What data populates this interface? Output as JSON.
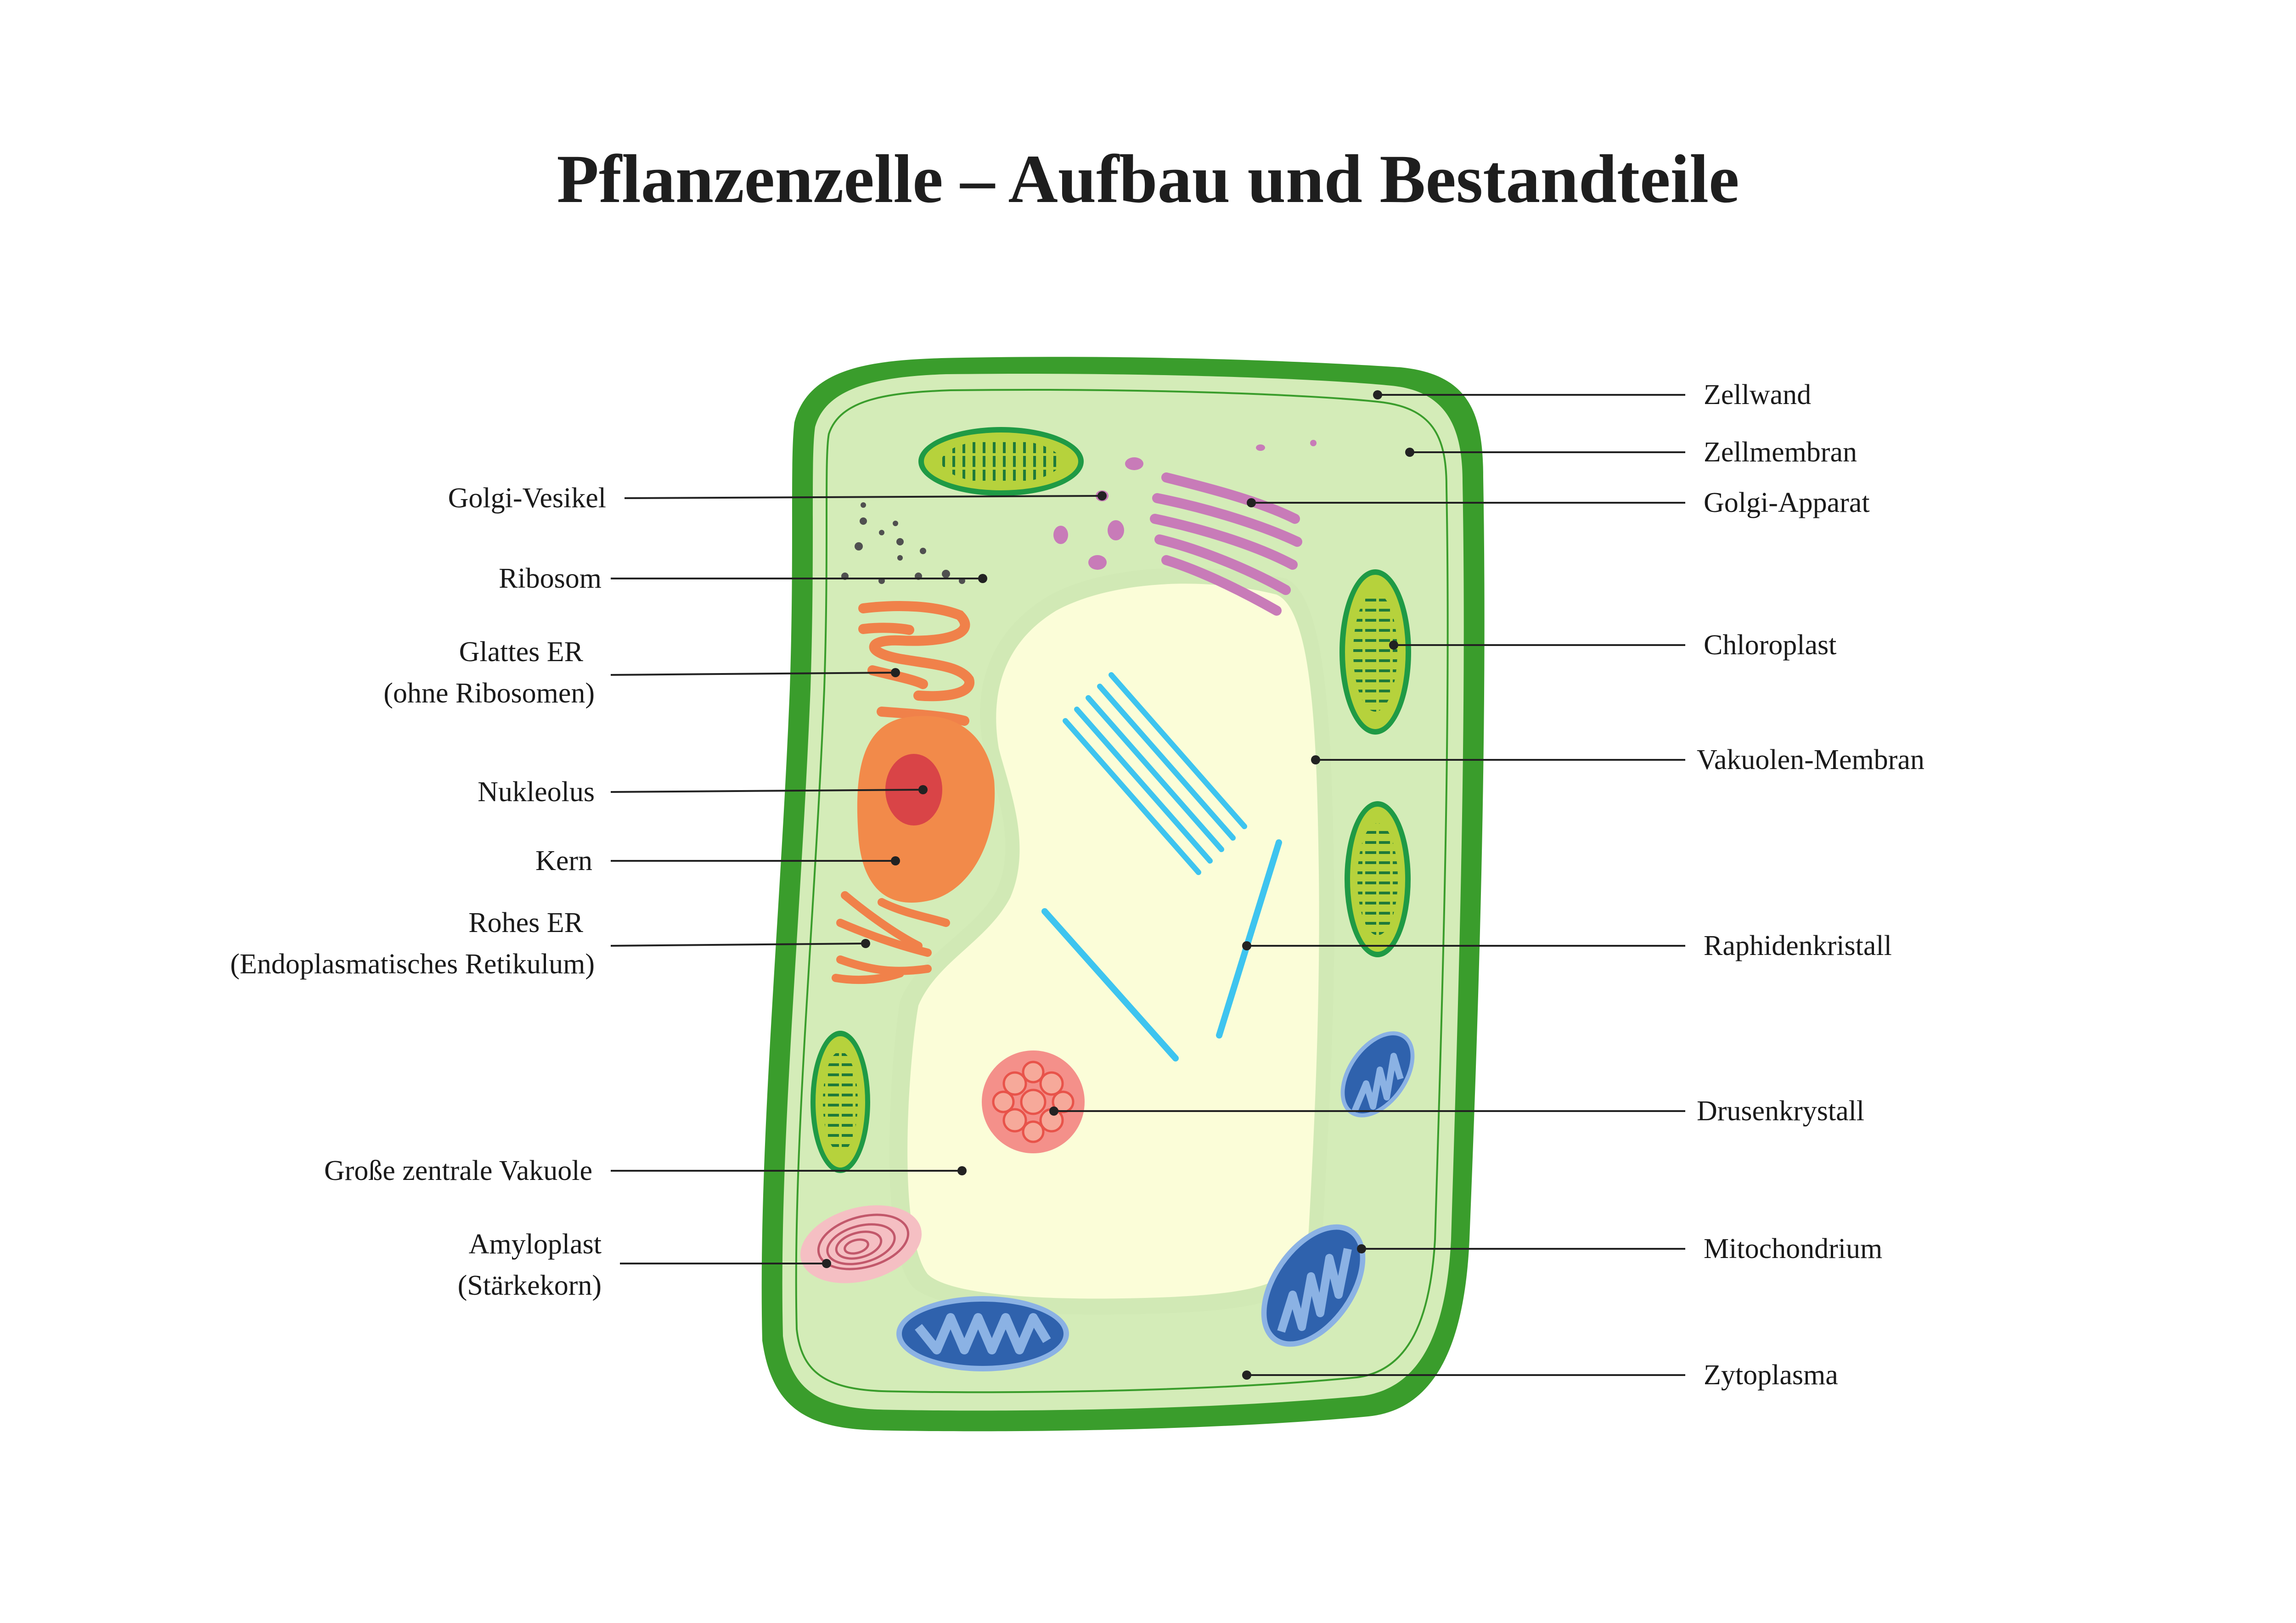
{
  "title": "Pflanzenzelle – Aufbau und Bestandteile",
  "colors": {
    "cell_wall": "#3a9d2c",
    "cytoplasm": "#d4ecb8",
    "vacuole": "#fbfdd8",
    "chloroplast": "#b6d23c",
    "nucleus": "#f28a4a",
    "nucleolus": "#d94447",
    "er": "#f0814a",
    "golgi": "#c87bb8",
    "raphide": "#3ec4ef",
    "druse": "#f4908a",
    "mitochondrion": "#2f62ad",
    "amyloplast": "#f5bfc3"
  },
  "labels": {
    "left": {
      "golgi_vesikel": "Golgi-Vesikel",
      "ribosom": "Ribosom",
      "glattes_er_1": "Glattes ER",
      "glattes_er_2": "(ohne Ribosomen)",
      "nukleolus": "Nukleolus",
      "kern": "Kern",
      "rohes_er_1": "Rohes ER",
      "rohes_er_2": "(Endoplasmatisches Retikulum)",
      "vakuole": "Große zentrale Vakuole",
      "amyloplast_1": "Amyloplast",
      "amyloplast_2": "(Stärkekorn)"
    },
    "right": {
      "zellwand": "Zellwand",
      "zellmembran": "Zellmembran",
      "golgi_apparat": "Golgi-Apparat",
      "chloroplast": "Chloroplast",
      "vakuolen_membran": "Vakuolen-Membran",
      "raphidenkristall": "Raphidenkristall",
      "drusenkrystall": "Drusenkrystall",
      "mitochondrium": "Mitochondrium",
      "zytoplasma": "Zytoplasma"
    }
  }
}
